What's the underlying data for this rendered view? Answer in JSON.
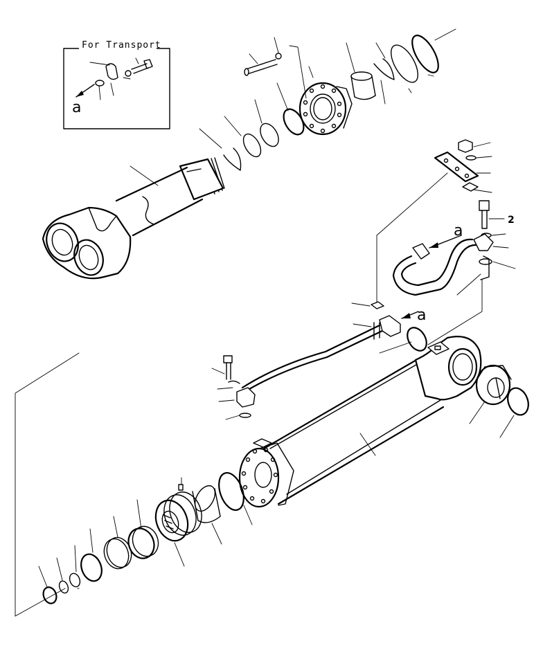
{
  "inset": {
    "title": "For Transport",
    "detail_mark": "a"
  },
  "detail_marks": [
    "a",
    "a"
  ],
  "callout_number": "2"
}
